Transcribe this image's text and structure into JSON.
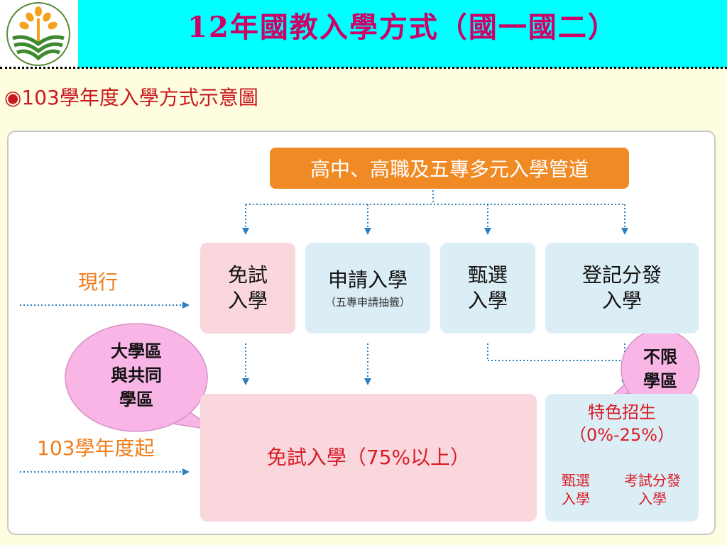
{
  "header": {
    "title": "12年國教入學方式（國一國二）"
  },
  "subtitle": "◉103學年度入學方式示意圖",
  "diagram": {
    "top_box": "高中、高職及五專多元入學管道",
    "row_labels": {
      "current": "現行",
      "from_103": "103學年度起"
    },
    "current_boxes": {
      "exam_free": {
        "line1": "免試",
        "line2": "入學"
      },
      "application": {
        "line1": "申請入學",
        "note": "（五專申請抽籤）"
      },
      "selection": {
        "line1": "甄選",
        "line2": "入學"
      },
      "registration": {
        "line1": "登記分發",
        "line2": "入學"
      }
    },
    "future_boxes": {
      "exam_free": "免試入學（75%以上）",
      "special": {
        "line1": "特色招生",
        "line2": "（0%-25%）"
      },
      "special_selection": {
        "line1": "甄選",
        "line2": "入學"
      },
      "special_exam": {
        "line1": "考試分發",
        "line2": "入學"
      }
    },
    "bubbles": {
      "left": {
        "line1": "大學區",
        "line2": "與共同",
        "line3": "學區"
      },
      "right": {
        "line1": "不限",
        "line2": "學區"
      }
    },
    "colors": {
      "orange": "#f08a24",
      "pink": "#fad7dd",
      "blue": "#dceef5",
      "line": "#2a7fc1",
      "red_text": "#d81b25",
      "title": "#cc0066",
      "bubble": "#f9b5e6"
    }
  }
}
